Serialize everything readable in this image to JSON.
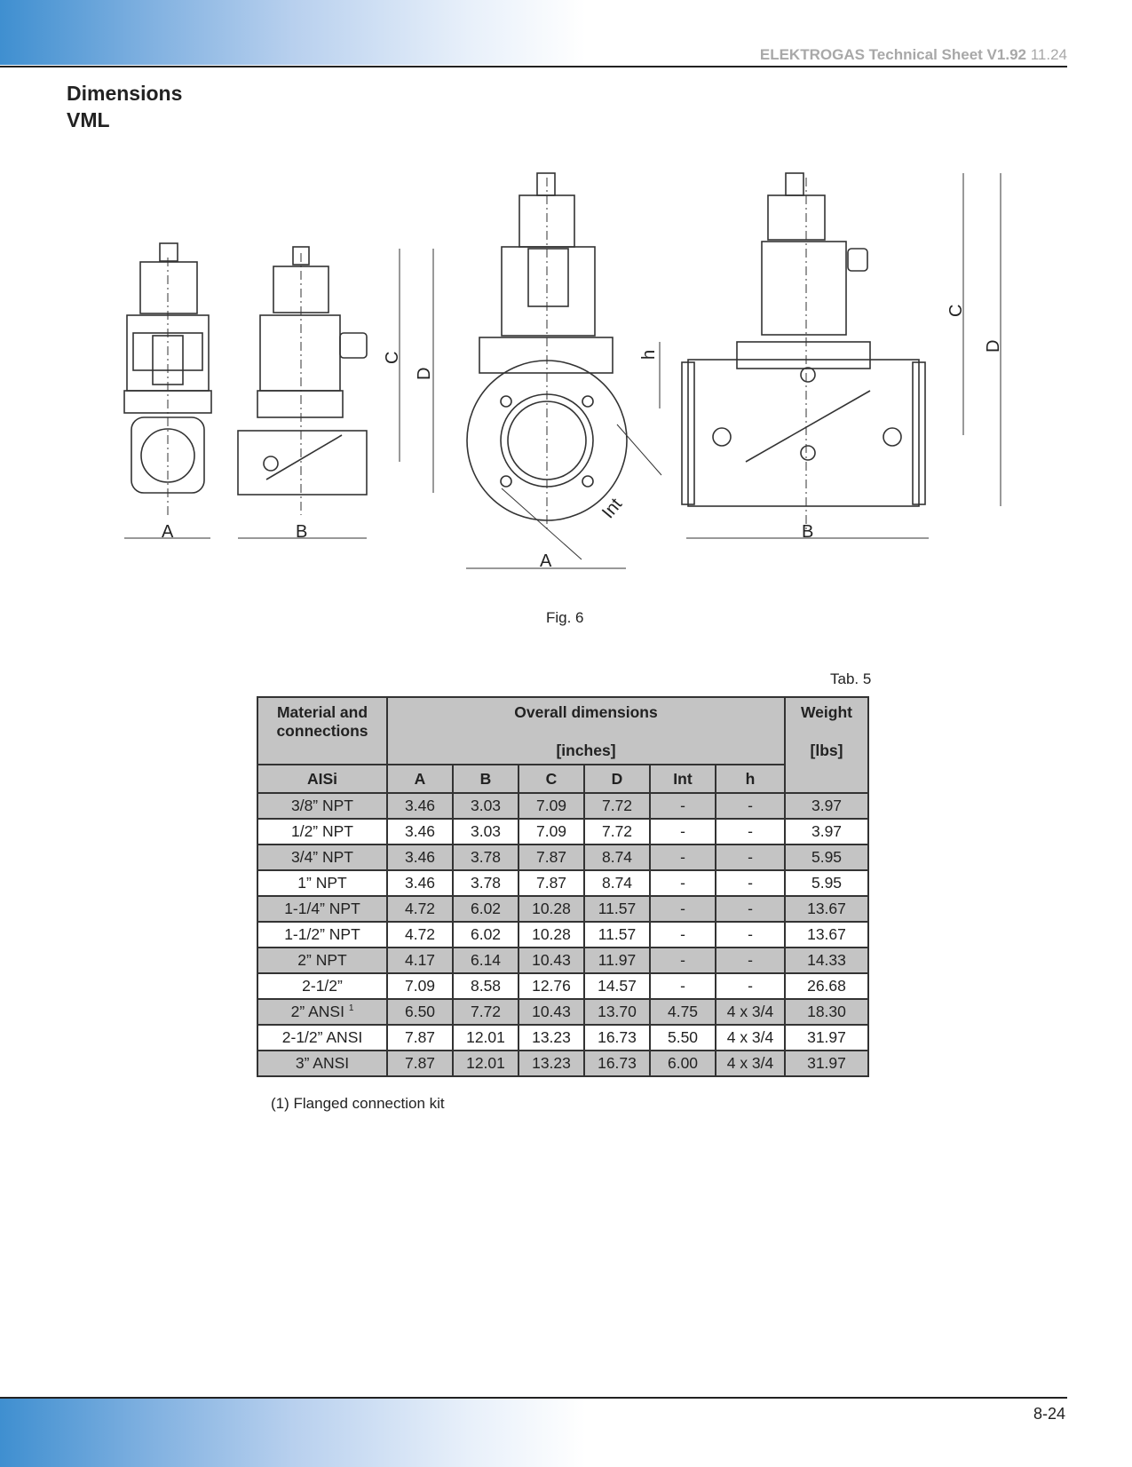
{
  "header": {
    "brand": "ELEKTROGAS Technical Sheet V1.92",
    "date": "11.24"
  },
  "title": {
    "line1": "Dimensions",
    "line2": "VML"
  },
  "figure": {
    "caption": "Fig. 6",
    "labels": {
      "A": "A",
      "B": "B",
      "C": "C",
      "D": "D",
      "h": "h",
      "Int": "Int"
    }
  },
  "table": {
    "caption": "Tab. 5",
    "header": {
      "material": "Material and connections",
      "overall": "Overall dimensions",
      "overall_unit": "[inches]",
      "weight": "Weight",
      "weight_unit": "[lbs]",
      "aisi": "AISi",
      "cols": [
        "A",
        "B",
        "C",
        "D",
        "Int",
        "h"
      ]
    },
    "rows": [
      {
        "conn": "3/8” NPT",
        "sup": "",
        "A": "3.46",
        "B": "3.03",
        "C": "7.09",
        "D": "7.72",
        "Int": "-",
        "h": "-",
        "W": "3.97"
      },
      {
        "conn": "1/2” NPT",
        "sup": "",
        "A": "3.46",
        "B": "3.03",
        "C": "7.09",
        "D": "7.72",
        "Int": "-",
        "h": "-",
        "W": "3.97"
      },
      {
        "conn": "3/4” NPT",
        "sup": "",
        "A": "3.46",
        "B": "3.78",
        "C": "7.87",
        "D": "8.74",
        "Int": "-",
        "h": "-",
        "W": "5.95"
      },
      {
        "conn": "1” NPT",
        "sup": "",
        "A": "3.46",
        "B": "3.78",
        "C": "7.87",
        "D": "8.74",
        "Int": "-",
        "h": "-",
        "W": "5.95"
      },
      {
        "conn": "1-1/4” NPT",
        "sup": "",
        "A": "4.72",
        "B": "6.02",
        "C": "10.28",
        "D": "11.57",
        "Int": "-",
        "h": "-",
        "W": "13.67"
      },
      {
        "conn": "1-1/2” NPT",
        "sup": "",
        "A": "4.72",
        "B": "6.02",
        "C": "10.28",
        "D": "11.57",
        "Int": "-",
        "h": "-",
        "W": "13.67"
      },
      {
        "conn": "2” NPT",
        "sup": "",
        "A": "4.17",
        "B": "6.14",
        "C": "10.43",
        "D": "11.97",
        "Int": "-",
        "h": "-",
        "W": "14.33"
      },
      {
        "conn": "2-1/2”",
        "sup": "",
        "A": "7.09",
        "B": "8.58",
        "C": "12.76",
        "D": "14.57",
        "Int": "-",
        "h": "-",
        "W": "26.68"
      },
      {
        "conn": "2” ANSI",
        "sup": "1",
        "A": "6.50",
        "B": "7.72",
        "C": "10.43",
        "D": "13.70",
        "Int": "4.75",
        "h": "4 x 3/4",
        "W": "18.30"
      },
      {
        "conn": "2-1/2” ANSI",
        "sup": "",
        "A": "7.87",
        "B": "12.01",
        "C": "13.23",
        "D": "16.73",
        "Int": "5.50",
        "h": "4 x 3/4",
        "W": "31.97"
      },
      {
        "conn": "3” ANSI",
        "sup": "",
        "A": "7.87",
        "B": "12.01",
        "C": "13.23",
        "D": "16.73",
        "Int": "6.00",
        "h": "4 x 3/4",
        "W": "31.97"
      }
    ],
    "footnote_mark": "(1)",
    "footnote": "Flanged connection kit"
  },
  "page_number": "8-24"
}
